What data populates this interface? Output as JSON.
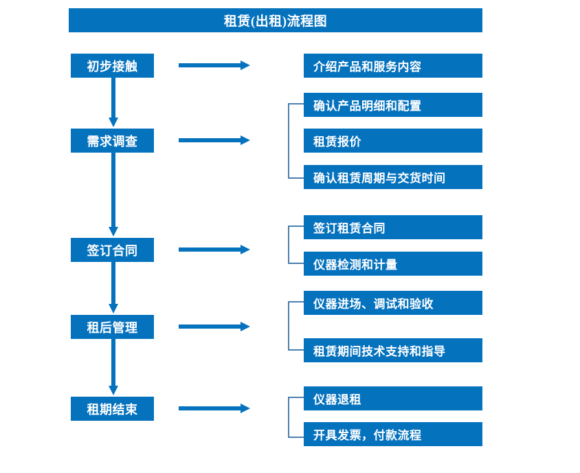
{
  "diagram": {
    "title": "租赁(出租)流程图",
    "colors": {
      "box_blue": "#0572be",
      "arrow_blue": "#0572be",
      "bracket_blue": "#4a7eae",
      "text_white": "#ffffff",
      "background": "#ffffff"
    },
    "stages": [
      {
        "label": "初步接触"
      },
      {
        "label": "需求调查"
      },
      {
        "label": "签订合同"
      },
      {
        "label": "租后管理"
      },
      {
        "label": "租期结束"
      }
    ],
    "detail_groups": [
      {
        "bracketed": false,
        "items": [
          {
            "label": "介绍产品和服务内容"
          }
        ]
      },
      {
        "bracketed": true,
        "items": [
          {
            "label": "确认产品明细和配置"
          },
          {
            "label": "租赁报价"
          },
          {
            "label": "确认租赁周期与交货时间"
          }
        ]
      },
      {
        "bracketed": true,
        "items": [
          {
            "label": "签订租赁合同"
          },
          {
            "label": "仪器检测和计量"
          }
        ]
      },
      {
        "bracketed": true,
        "items": [
          {
            "label": "仪器进场、调试和验收"
          },
          {
            "label": "租赁期间技术支持和指导"
          }
        ]
      },
      {
        "bracketed": true,
        "items": [
          {
            "label": "仪器退租"
          },
          {
            "label": "开具发票，付款流程"
          }
        ]
      }
    ],
    "connectors": {
      "horizontal_arrow_count": 5,
      "vertical_arrow_count": 4,
      "direction_horizontal": "right",
      "direction_vertical": "down"
    }
  }
}
